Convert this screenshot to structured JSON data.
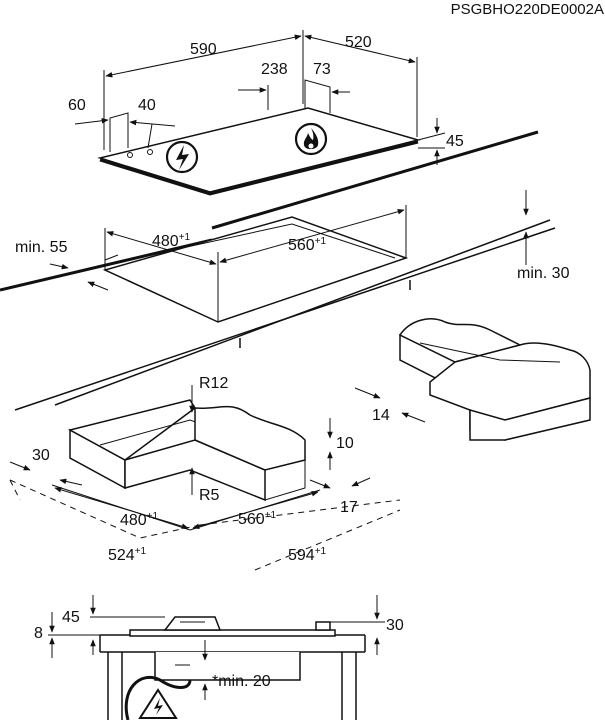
{
  "document_code": "PSGBHO220DE0002A",
  "hob": {
    "width": "590",
    "depth": "520",
    "burner_offset_x": "238",
    "burner_offset_y": "73",
    "left_edge_x": "60",
    "left_edge_y": "40",
    "height": "45"
  },
  "cutout": {
    "min_front": "min. 55",
    "depth_label": "480",
    "depth_tol": "+1",
    "width_label": "560",
    "width_tol": "+1",
    "min_back": "min. 30"
  },
  "corner_detail": {
    "radius_outer": "R12",
    "radius_inner": "R5",
    "offset_front": "30",
    "offset_side": "17",
    "lip_height": "10",
    "lip_width": "14",
    "inner_depth": "480",
    "inner_depth_tol": "+1",
    "inner_width": "560",
    "inner_width_tol": "+1",
    "outer_depth": "524",
    "outer_depth_tol": "+1",
    "outer_width": "594",
    "outer_width_tol": "+1"
  },
  "section": {
    "top_height": "45",
    "worktop": "8",
    "right_height": "30",
    "min_below": "*min. 20"
  },
  "icons": {
    "electric": "lightning-icon",
    "gas": "flame-icon",
    "warning": "warning-icon"
  }
}
